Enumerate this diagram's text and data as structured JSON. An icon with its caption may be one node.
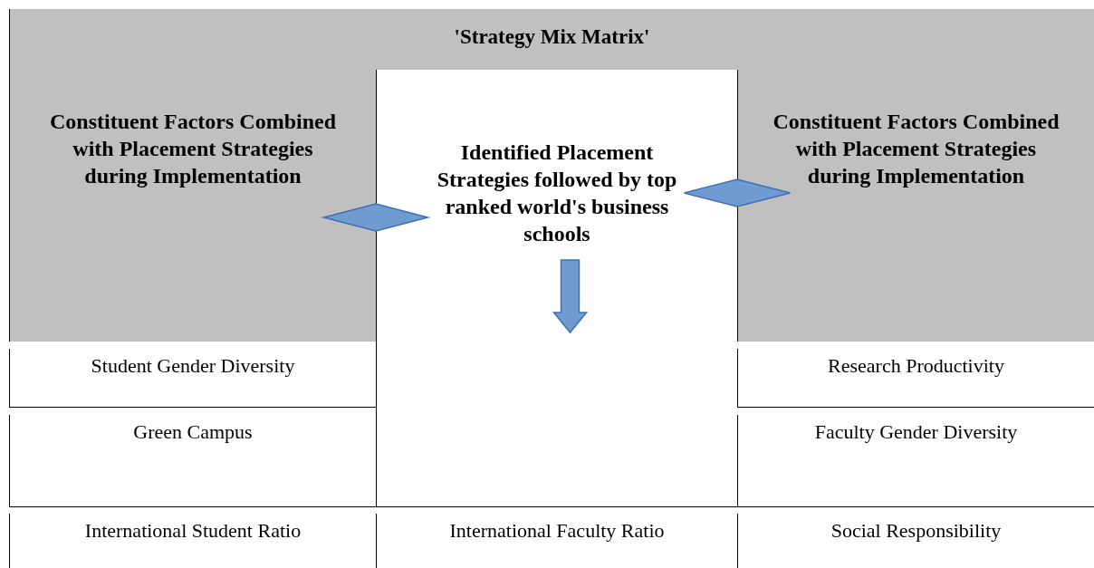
{
  "diagram": {
    "title": "'Strategy Mix Matrix'",
    "nodes": [
      {
        "text": [
          "Constituent Factors Combined with Placement Strategies during Implementation"
        ]
      },
      {
        "text": [
          "Identified Placement Strategies followed by top ranked world's business schools"
        ]
      },
      {
        "text": [
          "Constituent Factors Combined with Placement Strategies during Implementation"
        ]
      },
      {
        "text": [
          "Student Gender Diversity"
        ]
      },
      {
        "text": [
          "Research Productivity"
        ]
      },
      {
        "text": [
          "Green Campus"
        ]
      },
      {
        "text": [
          "Faculty Gender Diversity"
        ]
      },
      {
        "text": [
          "International Student Ratio"
        ]
      },
      {
        "text": [
          "International Faculty Ratio"
        ]
      },
      {
        "text": [
          "Social Responsibility"
        ]
      }
    ],
    "edges": [
      {
        "from": 0,
        "to": 1,
        "arrow": "both",
        "style": "thick"
      },
      {
        "from": 1,
        "to": 2,
        "arrow": "both",
        "style": "thick"
      },
      {
        "from": 1,
        "to": null,
        "arrow": "to",
        "style": "thick"
      }
    ]
  }
}
